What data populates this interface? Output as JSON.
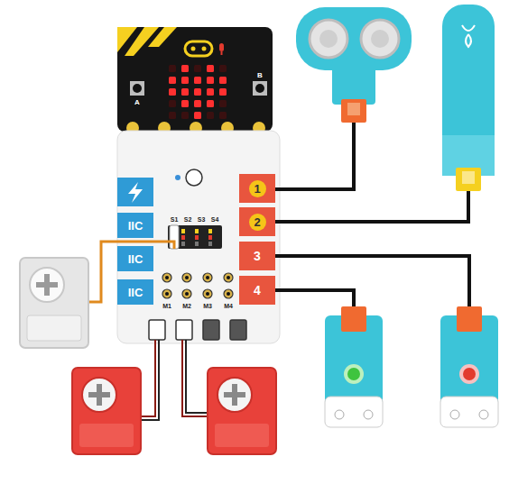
{
  "diagram": {
    "nodes": [
      {
        "text": [
          "1"
        ]
      },
      {
        "text": [
          "2"
        ]
      },
      {
        "text": [
          "3"
        ]
      },
      {
        "text": [
          "4"
        ]
      },
      {
        "text": [
          "IIC"
        ]
      },
      {
        "text": [
          "IIC"
        ]
      },
      {
        "text": [
          "IIC"
        ]
      }
    ],
    "labels": [
      "A",
      "B",
      "S1",
      "S2",
      "S3",
      "S4",
      "M1",
      "M2",
      "M3",
      "M4"
    ]
  }
}
